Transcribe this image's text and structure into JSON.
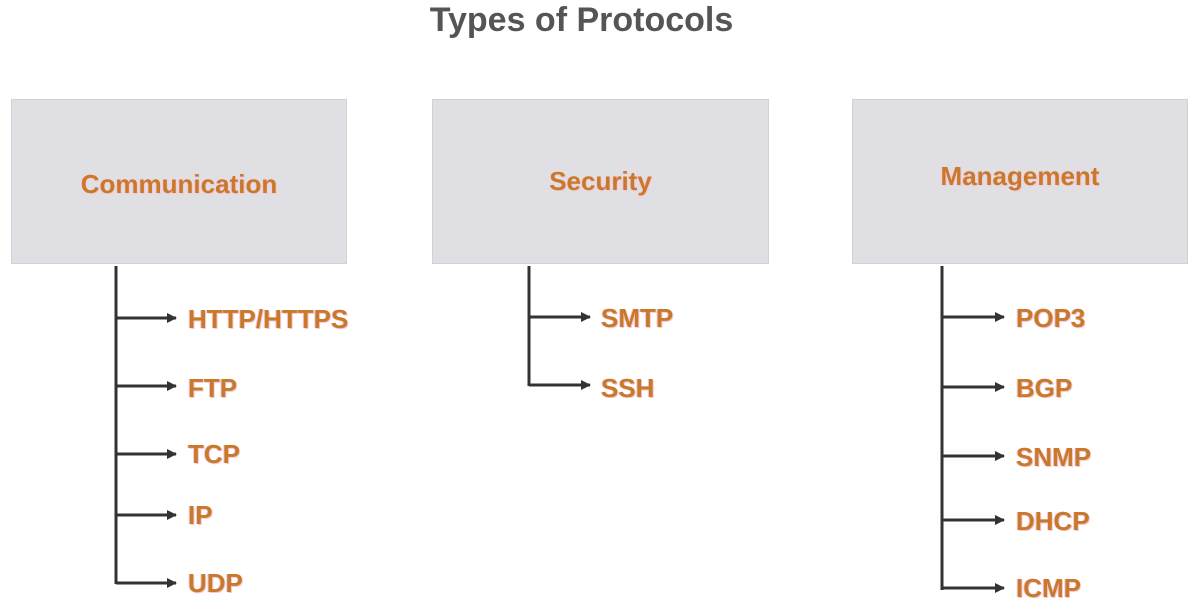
{
  "title": "Types of Protocols",
  "colors": {
    "box_fill": "#e0e0e4",
    "label_text": "#c8792a",
    "title_text": "#555555",
    "connector": "#333333"
  },
  "categories": [
    {
      "name": "Communication",
      "items": [
        "HTTP/HTTPS",
        "FTP",
        "TCP",
        "IP",
        "UDP"
      ]
    },
    {
      "name": "Security",
      "items": [
        "SMTP",
        "SSH"
      ]
    },
    {
      "name": "Management",
      "items": [
        "POP3",
        "BGP",
        "SNMP",
        "DHCP",
        "ICMP"
      ]
    }
  ]
}
